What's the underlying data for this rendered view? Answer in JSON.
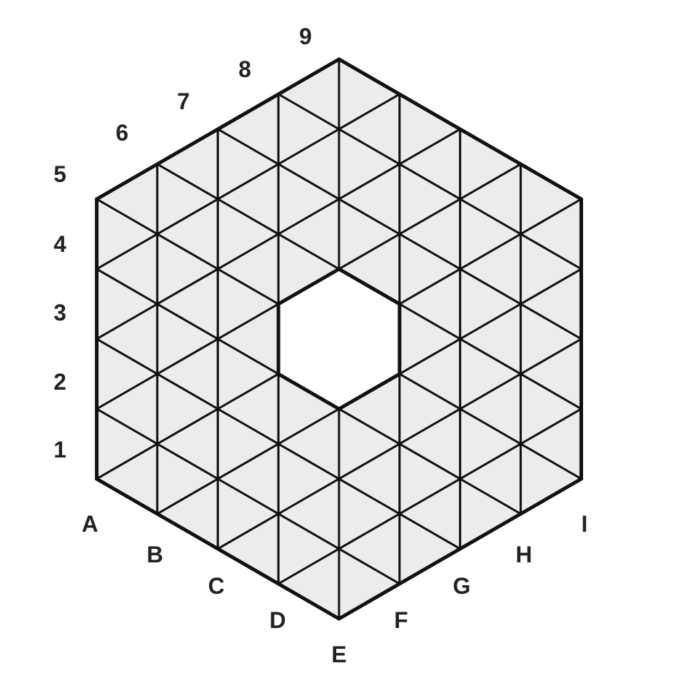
{
  "board": {
    "cell_fill": "#ececec",
    "line_color": "#111111",
    "label_color": "#222222",
    "center_hole": true,
    "row_labels": [
      "1",
      "2",
      "3",
      "4",
      "5",
      "6",
      "7",
      "8",
      "9"
    ],
    "column_labels": [
      "A",
      "B",
      "C",
      "D",
      "E",
      "F",
      "G",
      "H",
      "I"
    ]
  }
}
